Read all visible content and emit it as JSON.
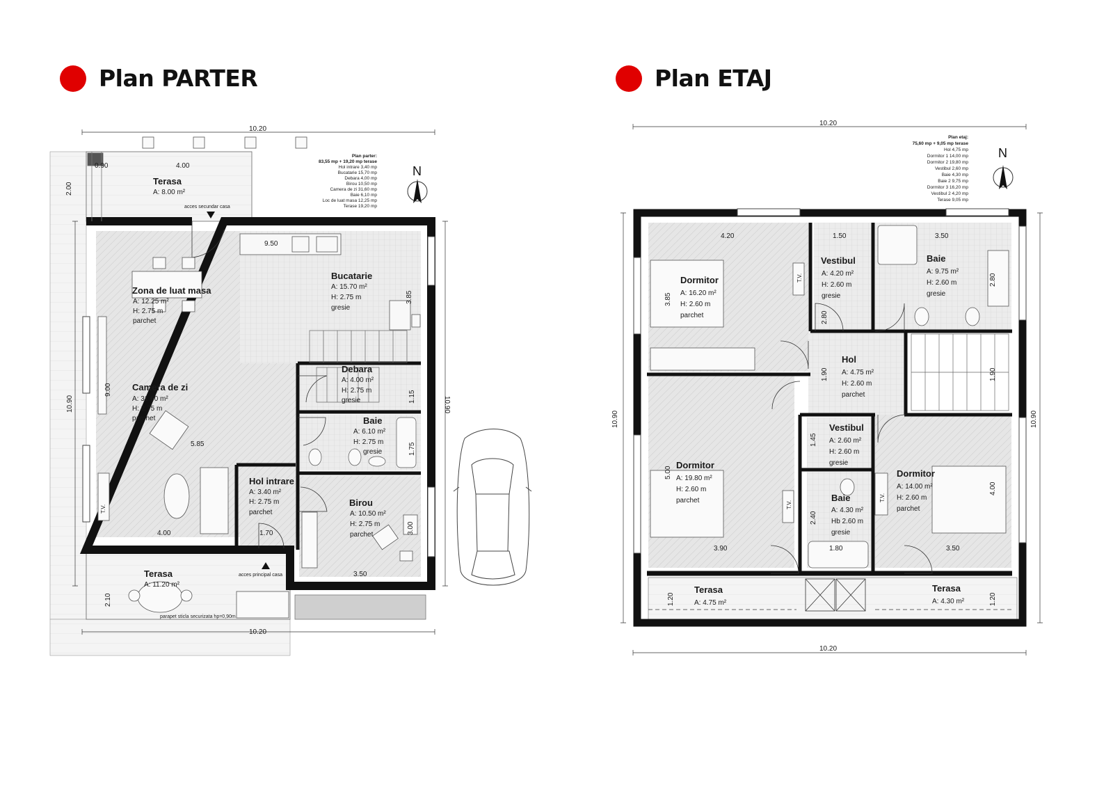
{
  "titles": {
    "parter": "Plan PARTER",
    "etaj": "Plan ETAJ"
  },
  "north": "N",
  "tv": "T.V.",
  "parter": {
    "summary": [
      "Plan parter:",
      "83,55 mp + 19,20 mp terase",
      "Hol intrare 3,40 mp",
      "Bucatarie 15,70 mp",
      "Debara 4,00 mp",
      "Birou 10,50 mp",
      "Camera de zi  31,60 mp",
      "Baie  6,10 mp",
      "Loc de luat masa 12,25 mp",
      "Terase 19,20 mp"
    ],
    "rooms": {
      "terasa_sus": {
        "name": "Terasa",
        "a": "A: 8.00 m²"
      },
      "zona_masa": {
        "name": "Zona de luat masa",
        "a": "A: 12.25 m²",
        "h": "H:   2.75 m",
        "f": "parchet"
      },
      "bucatarie": {
        "name": "Bucatarie",
        "a": "A: 15.70 m²",
        "h": "H:    2.75 m",
        "f": "gresie"
      },
      "debara": {
        "name": "Debara",
        "a": "A: 4.00 m²",
        "h": "H:   2.75 m",
        "f": "gresie"
      },
      "camera_zi": {
        "name": "Camera de zi",
        "a": "A: 31.60 m²",
        "h": "H:   2.75 m",
        "f": "parchet"
      },
      "baie": {
        "name": "Baie",
        "a": "A: 6.10 m²",
        "h": "H:   2.75 m",
        "f": "gresie"
      },
      "hol_intrare": {
        "name": "Hol intrare",
        "a": "A: 3.40 m²",
        "h": "H:   2.75 m",
        "f": "parchet"
      },
      "birou": {
        "name": "Birou",
        "a": "A: 10.50 m²",
        "h": "H:   2.75 m",
        "f": "parchet"
      },
      "terasa_jos": {
        "name": "Terasa",
        "a": "A: 11.20 m²"
      }
    },
    "notes": {
      "acces_secundar": "acces secundar casa",
      "acces_principal": "acces principal casa",
      "parapet": "parapet sticla securizata hp=0,90m"
    },
    "dims": {
      "top": "10.20",
      "bottom": "10.20",
      "left": "10.90",
      "right": "10.90",
      "terasa_w": "4.00",
      "terasa_h": "2.00",
      "d090": "0.90",
      "d950": "9.50",
      "d385": "3.85",
      "d900": "9.00",
      "d585": "5.85",
      "d115": "1.15",
      "d175": "1.75",
      "d400": "4.00",
      "d170": "1.70",
      "d300": "3.00",
      "d350": "3.50",
      "d210": "2.10"
    }
  },
  "etaj": {
    "summary": [
      "Plan etaj:",
      "75,60 mp + 9,05 mp terase",
      "Hol 4,75 mp",
      "Dormitor 1 14,00 mp",
      "Dormitor 2 19,80 mp",
      "Vestibul 2,60 mp",
      "Baie 4,30 mp",
      "Baie 2 9,75 mp",
      "Dormitor 3 16,20 mp",
      "Vestibul 2 4,20 mp",
      "Terase 9,05 mp"
    ],
    "rooms": {
      "dormitor1": {
        "name": "Dormitor",
        "a": "A:   16.20 m²",
        "h": "H:   2.60 m",
        "f": "parchet"
      },
      "vestibul1": {
        "name": "Vestibul",
        "a": "A:   4.20 m²",
        "h": "H:   2.60 m",
        "f": "gresie"
      },
      "baie1": {
        "name": "Baie",
        "a": "A: 9.75 m²",
        "h": "H:   2.60 m",
        "f": "gresie"
      },
      "hol": {
        "name": "Hol",
        "a": "A:   4.75 m²",
        "h": "H:   2.60 m",
        "f": "parchet"
      },
      "dormitor2": {
        "name": "Dormitor",
        "a": "A:   19.80 m²",
        "h": "H:   2.60 m",
        "f": "parchet"
      },
      "vestibul2": {
        "name": "Vestibul",
        "a": "A:   2.60 m²",
        "h": "H:   2.60 m",
        "f": "gresie"
      },
      "baie2": {
        "name": "Baie",
        "a": "A:   4.30 m²",
        "h": "Hb   2.60 m",
        "f": "gresie"
      },
      "dormitor3": {
        "name": "Dormitor",
        "a": "A:   14.00 m²",
        "h": "H:   2.60 m",
        "f": "parchet"
      },
      "terasa1": {
        "name": "Terasa",
        "a": "A: 4.75 m²"
      },
      "terasa2": {
        "name": "Terasa",
        "a": "A: 4.30 m²"
      }
    },
    "dims": {
      "top": "10.20",
      "bottom": "10.20",
      "left": "10.90",
      "right": "10.90",
      "d420": "4.20",
      "d150": "1.50",
      "d350a": "3.50",
      "d385": "3.85",
      "d280a": "2.80",
      "d280b": "2.80",
      "d190a": "1.90",
      "d190b": "1.90",
      "d145": "1.45",
      "d500": "5.00",
      "d400": "4.00",
      "d240": "2.40",
      "d390": "3.90",
      "d180": "1.80",
      "d350b": "3.50",
      "d120a": "1.20",
      "d120b": "1.20"
    }
  }
}
